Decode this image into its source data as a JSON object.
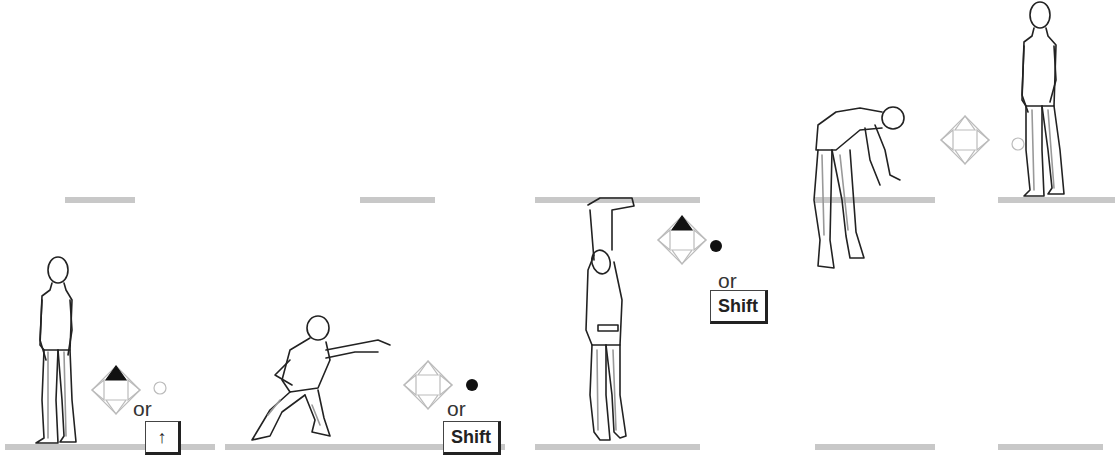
{
  "diagram": {
    "nodes": [
      {
        "text": [
          "↑"
        ]
      },
      {
        "text": [
          "Shift"
        ]
      },
      {
        "text": [
          "Shift"
        ]
      }
    ],
    "labels": [
      "or",
      "or",
      "or"
    ]
  }
}
